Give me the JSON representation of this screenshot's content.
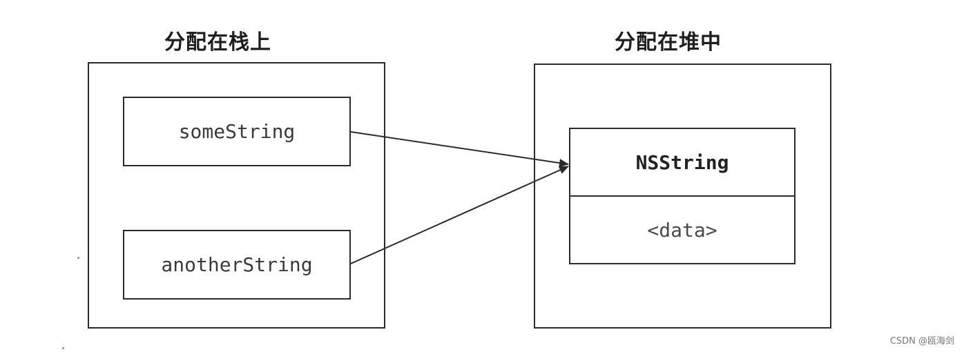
{
  "stack": {
    "title": "分配在栈上",
    "variables": [
      {
        "label": "someString"
      },
      {
        "label": "anotherString"
      }
    ]
  },
  "heap": {
    "title": "分配在堆中",
    "object": {
      "class_name": "NSString",
      "content": "<data>"
    }
  },
  "pointers": [
    {
      "from": "someString",
      "to": "NSString"
    },
    {
      "from": "anotherString",
      "to": "NSString"
    }
  ],
  "watermark": "CSDN @瓯海剑",
  "colors": {
    "line": "#2a2a2a",
    "text": "#1f1f1f",
    "background": "#ffffff"
  }
}
